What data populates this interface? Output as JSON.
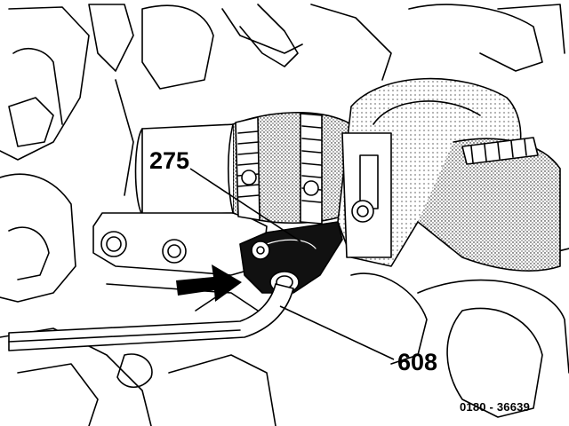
{
  "diagram": {
    "callouts": [
      {
        "id": "275",
        "text": "275"
      },
      {
        "id": "608",
        "text": "608"
      }
    ],
    "reference_code": "0180 - 36639",
    "colors": {
      "ink": "#000000",
      "paper": "#ffffff",
      "stipple": "#bdbdbd",
      "arrow": "#000000"
    },
    "icons": [
      "pointer-arrow-icon"
    ]
  }
}
